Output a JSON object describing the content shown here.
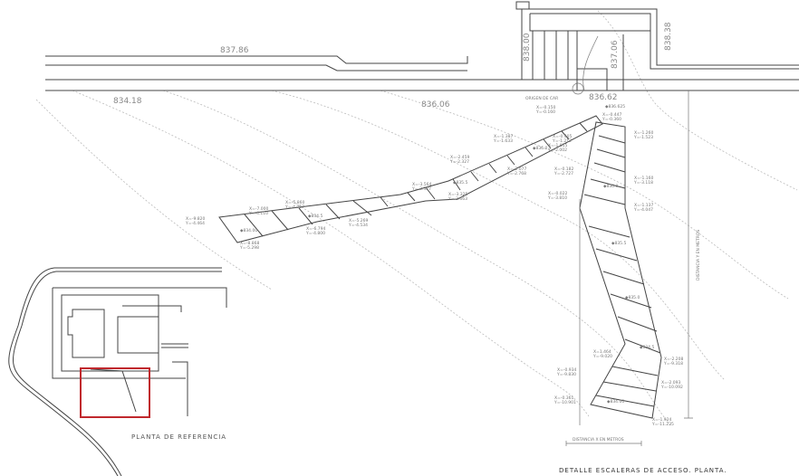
{
  "drawing": {
    "title": "DETALLE ESCALERAS DE ACCESO. PLANTA.",
    "reference_plan_label": "PLANTA DE REFERENCIA",
    "axis_y_label": "DISTANCIA Y EN METROS",
    "axis_x_label": "DISTANCIA X EN METROS",
    "origin_label": "ORIGEN DE CAR",
    "highlight_color": "#c0282d",
    "elevations": {
      "top_wall": "837.86",
      "left_road": "834.18",
      "mid_road": "836.06",
      "origin": "836.62",
      "stair_top": "838.00",
      "landing": "837.06",
      "right_wall": "838.38"
    },
    "spot_levels": [
      "836.625",
      "836.0",
      "835.5",
      "834.5",
      "834.00",
      "836.0",
      "835.5",
      "835.0",
      "834.5",
      "834.00"
    ],
    "coordinates": [
      "X=-0.150 Y=-0.160",
      "X=-0.447 Y=-0.360",
      "X=-1.387 Y=-1.633",
      "X=-0.405 Y=-1.212",
      "X=-1.015 Y=-2.002",
      "X=-1.260 Y=-1.523",
      "X=-2.459 Y=-2.327",
      "X=-2.077 Y=-2.768",
      "X=-0.182 Y=-2.727",
      "X=-1.160 Y=-3.118",
      "X=-3.325 Y=-3.663",
      "X=-3.564 Y=-3.327",
      "X=-0.022 Y=-3.810",
      "X=-1.137 Y=-4.047",
      "X=-5.860 Y=-4.017",
      "X=-7.000 Y=-4.110",
      "X=-9.820 Y=-4.464",
      "X=-5.269 Y=-4.534",
      "X=-6.794 Y=-4.800",
      "X=-8.868 Y=-5.298",
      "X=1.464 Y=-9.020",
      "X=-2.208 Y=-9.318",
      "X=-0.934 Y=-9.830",
      "X=-2.093 Y=-10.092",
      "X=-0.361 Y=-10.901",
      "X=-1.924 Y=-11.235"
    ]
  }
}
